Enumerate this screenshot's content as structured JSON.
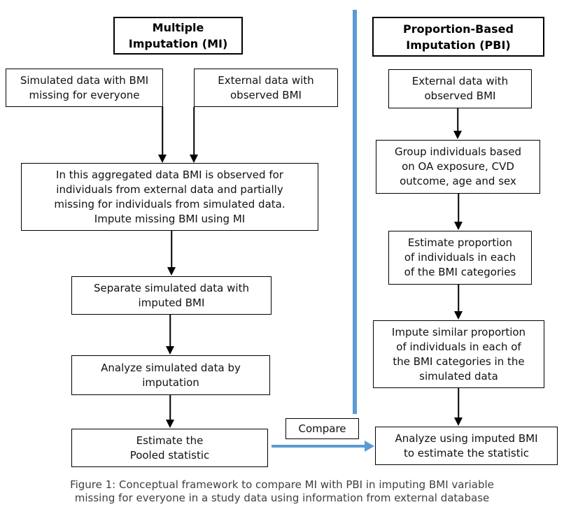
{
  "figure": {
    "mi_column": {
      "header": "Multiple\nImputation (MI)",
      "simulated_data_box": "Simulated data with BMI\nmissing for everyone",
      "external_data_box": "External data with\nobserved BMI",
      "aggregated_box": "In this aggregated data BMI is observed for\nindividuals from external data and partially\nmissing for individuals from simulated data.\nImpute missing BMI using MI",
      "separate_box": "Separate simulated data with\nimputed BMI",
      "analyze_box": "Analyze simulated data by\nimputation",
      "estimate_box": "Estimate the\nPooled statistic"
    },
    "pbi_column": {
      "header": "Proportion-Based\nImputation (PBI)",
      "external_data_box": "External data with\nobserved BMI",
      "group_box": "Group individuals based\non OA exposure, CVD\noutcome, age and sex",
      "estimate_proportion_box": "Estimate proportion\nof individuals in each\nof the BMI categories",
      "impute_box": "Impute similar proportion\nof individuals in each of\nthe BMI categories in the\nsimulated data",
      "analyze_box": "Analyze using imputed BMI\nto estimate the statistic"
    },
    "compare_label": "Compare",
    "caption": "Figure 1: Conceptual framework to compare MI with PBI in imputing BMI variable\nmissing for everyone in a study data using information from external database",
    "colors": {
      "divider_blue": "#5B9BD5",
      "compare_arrow_blue": "#5B9BD5",
      "box_border": "#000000",
      "caption_text": "#3F3F3F"
    }
  }
}
